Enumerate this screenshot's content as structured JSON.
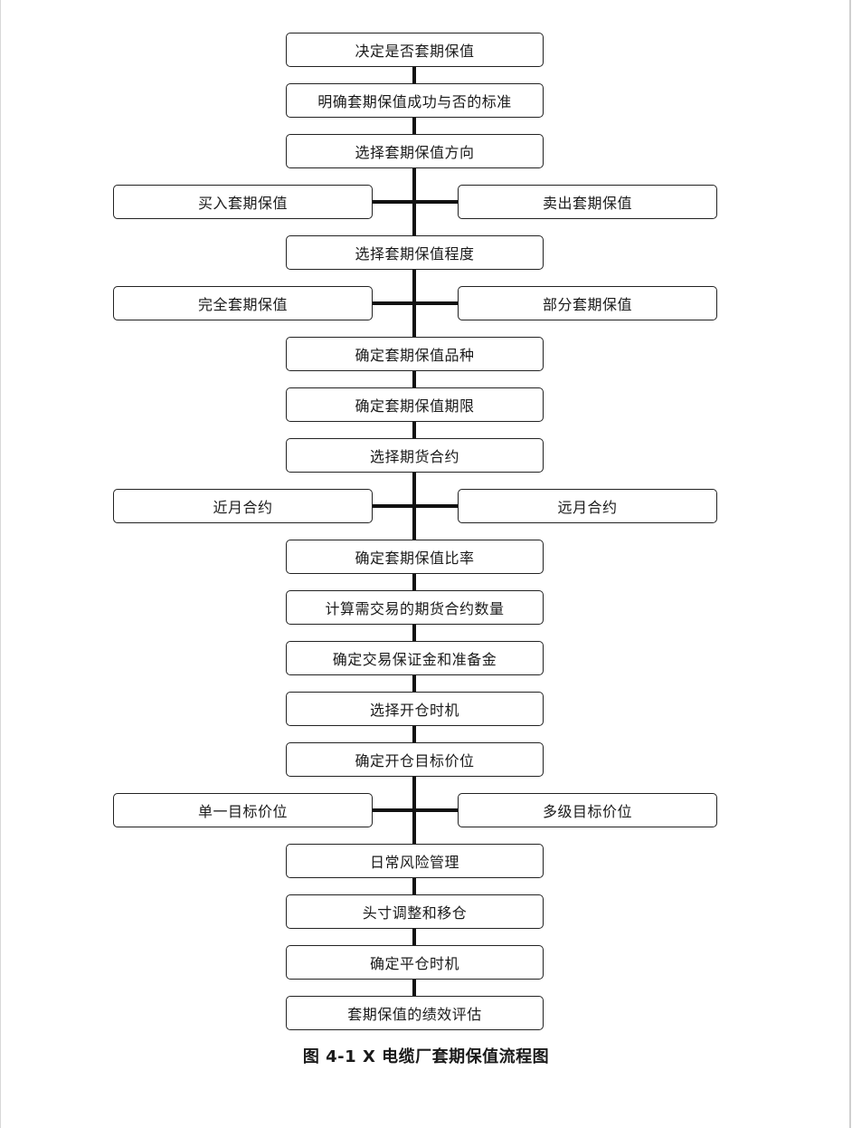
{
  "flow": {
    "s1": "决定是否套期保值",
    "s2": "明确套期保值成功与否的标准",
    "s3": "选择套期保值方向",
    "s3_left": "买入套期保值",
    "s3_right": "卖出套期保值",
    "s4": "选择套期保值程度",
    "s4_left": "完全套期保值",
    "s4_right": "部分套期保值",
    "s5": "确定套期保值品种",
    "s6": "确定套期保值期限",
    "s7": "选择期货合约",
    "s7_left": "近月合约",
    "s7_right": "远月合约",
    "s8": "确定套期保值比率",
    "s9": "计算需交易的期货合约数量",
    "s10": "确定交易保证金和准备金",
    "s11": "选择开仓时机",
    "s12": "确定开仓目标价位",
    "s12_left": "单一目标价位",
    "s12_right": "多级目标价位",
    "s13": "日常风险管理",
    "s14": "头寸调整和移仓",
    "s15": "确定平仓时机",
    "s16": "套期保值的绩效评估"
  },
  "caption": "图 4-1 X 电缆厂套期保值流程图"
}
